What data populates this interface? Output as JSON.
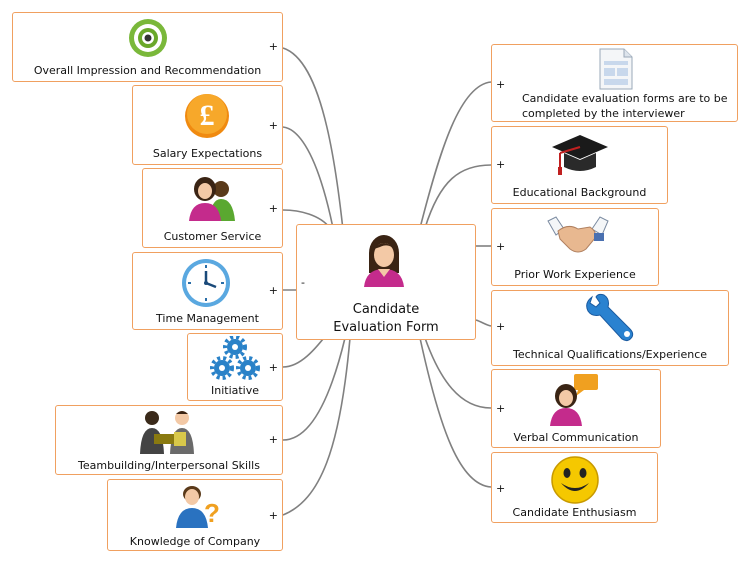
{
  "center": {
    "title": "Candidate Evaluation Form",
    "toggle": "-",
    "icon": "woman-avatar-icon"
  },
  "left_nodes": [
    {
      "id": "overall",
      "label": "Overall Impression and Recommendation",
      "toggle": "+",
      "icon": "target-icon"
    },
    {
      "id": "salary",
      "label": "Salary Expectations",
      "toggle": "+",
      "icon": "pound-coin-icon"
    },
    {
      "id": "customer",
      "label": "Customer Service",
      "toggle": "+",
      "icon": "people-icon"
    },
    {
      "id": "time",
      "label": "Time Management",
      "toggle": "+",
      "icon": "clock-icon"
    },
    {
      "id": "initiative",
      "label": "Initiative",
      "toggle": "+",
      "icon": "gears-icon"
    },
    {
      "id": "teambuilding",
      "label": "Teambuilding/Interpersonal Skills",
      "toggle": "+",
      "icon": "team-icon"
    },
    {
      "id": "knowledge",
      "label": "Knowledge of Company",
      "toggle": "+",
      "icon": "question-person-icon"
    }
  ],
  "right_nodes": [
    {
      "id": "forms",
      "label": "Candidate evaluation forms are to be completed by the interviewer",
      "toggle": "+",
      "icon": "document-icon"
    },
    {
      "id": "education",
      "label": "Educational Background",
      "toggle": "+",
      "icon": "graduation-cap-icon"
    },
    {
      "id": "prior",
      "label": "Prior Work Experience",
      "toggle": "+",
      "icon": "handshake-icon"
    },
    {
      "id": "technical",
      "label": "Technical Qualifications/Experience",
      "toggle": "+",
      "icon": "wrench-icon"
    },
    {
      "id": "verbal",
      "label": "Verbal Communication",
      "toggle": "+",
      "icon": "speech-person-icon"
    },
    {
      "id": "enthusiasm",
      "label": "Candidate Enthusiasm",
      "toggle": "+",
      "icon": "smiley-icon"
    }
  ]
}
